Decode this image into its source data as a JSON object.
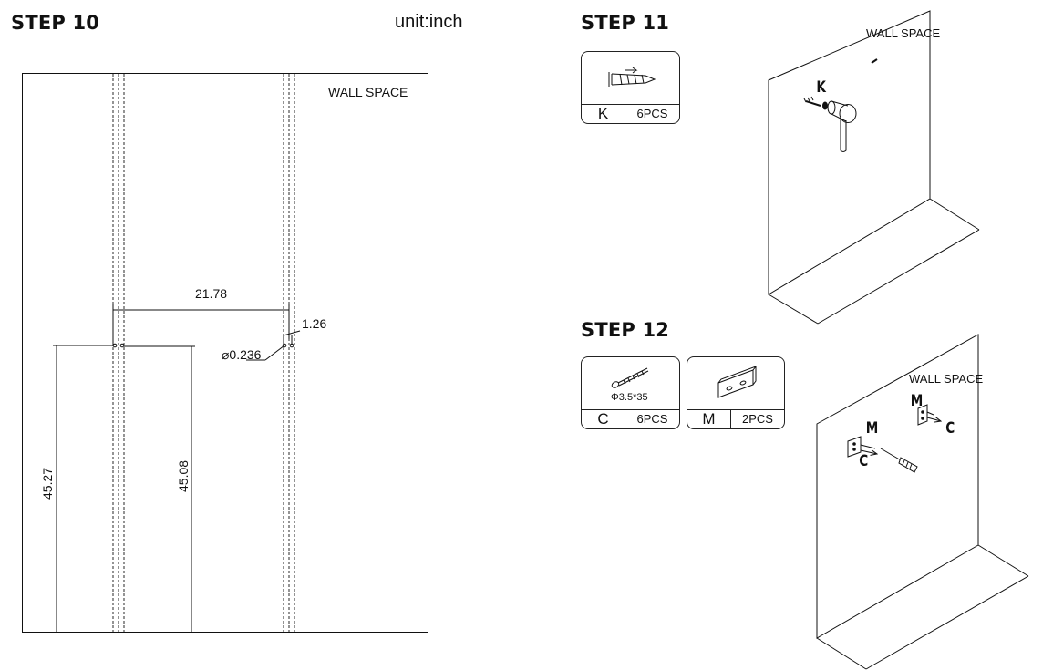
{
  "step10": {
    "title": "STEP 10",
    "unit": "unit:inch",
    "wall_label": "WALL SPACE",
    "dim_width": "21.78",
    "dim_offset": "1.26",
    "dim_hole": "⌀0.236",
    "dim_height_left": "45.27",
    "dim_height_right": "45.08"
  },
  "step11": {
    "title": "STEP 11",
    "wall_label": "WALL SPACE",
    "part": {
      "code": "K",
      "qty": "6PCS",
      "icon": "wall-anchor-icon"
    },
    "callout": "K"
  },
  "step12": {
    "title": "STEP 12",
    "wall_label": "WALL SPACE",
    "parts": [
      {
        "code": "C",
        "qty": "6PCS",
        "spec": "Φ3.5*35",
        "icon": "screw-icon"
      },
      {
        "code": "M",
        "qty": "2PCS",
        "icon": "mounting-bracket-icon"
      }
    ],
    "callouts": {
      "bracket_upper": "M",
      "screw_upper": "C",
      "bracket_lower": "M",
      "screw_lower": "C"
    }
  }
}
